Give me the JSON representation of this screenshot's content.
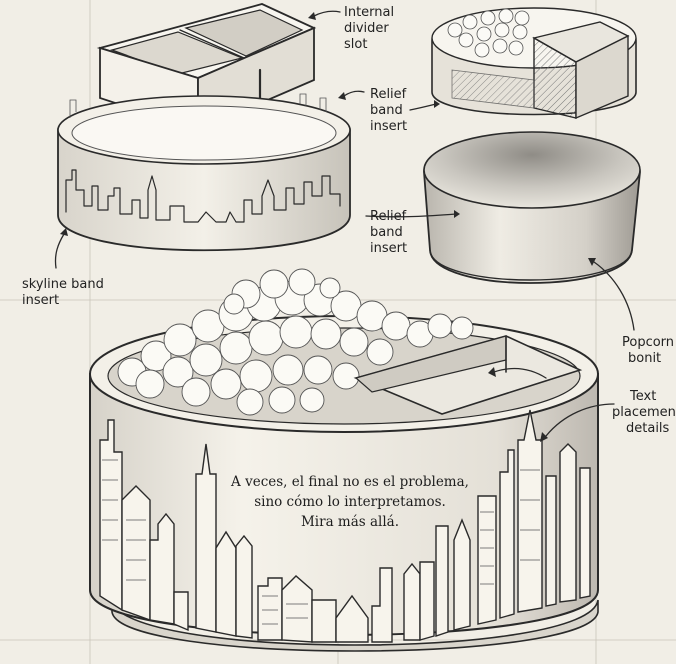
{
  "labels": {
    "internal_divider": [
      "Internal",
      "divider",
      "slot"
    ],
    "relief_band_1": [
      "Relief",
      "band",
      "insert"
    ],
    "relief_band_2": [
      "Relief",
      "band",
      "insert"
    ],
    "skyline_band": [
      "skyline band",
      "insert"
    ],
    "popcorn_bonit": [
      "Popcorn",
      "bonit"
    ],
    "text_placement": [
      "Text",
      "placemen",
      "details"
    ]
  },
  "quote": {
    "line1": "A veces, el final no es el problema,",
    "line2": "sino cómo lo interpretamos.",
    "line3": "Mira más allá."
  },
  "colors": {
    "paper": "#f1eee6",
    "ink": "#2a2a2a",
    "shade": "#b9b5ad"
  }
}
